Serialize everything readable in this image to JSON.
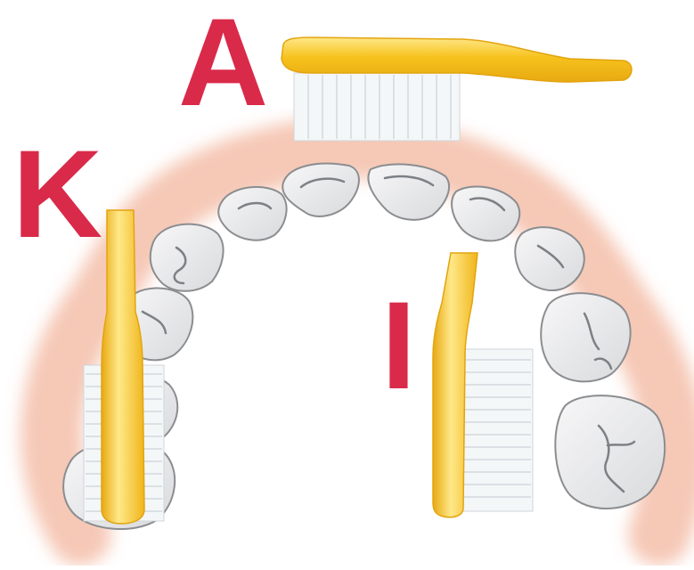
{
  "labels": {
    "occlusal": "A",
    "buccal": "K",
    "lingual": "I"
  },
  "colors": {
    "label": "#d92a4a",
    "toothbrush_handle": "#f6c21c",
    "toothbrush_highlight": "#ffe889",
    "bristles": "#f4f7f8",
    "gum_glow": "#f3b59e",
    "tooth": "#e9eaeb",
    "tooth_outline": "#8b8d90"
  },
  "icons": {
    "toothbrush": "toothbrush-icon",
    "tooth": "tooth-icon"
  }
}
